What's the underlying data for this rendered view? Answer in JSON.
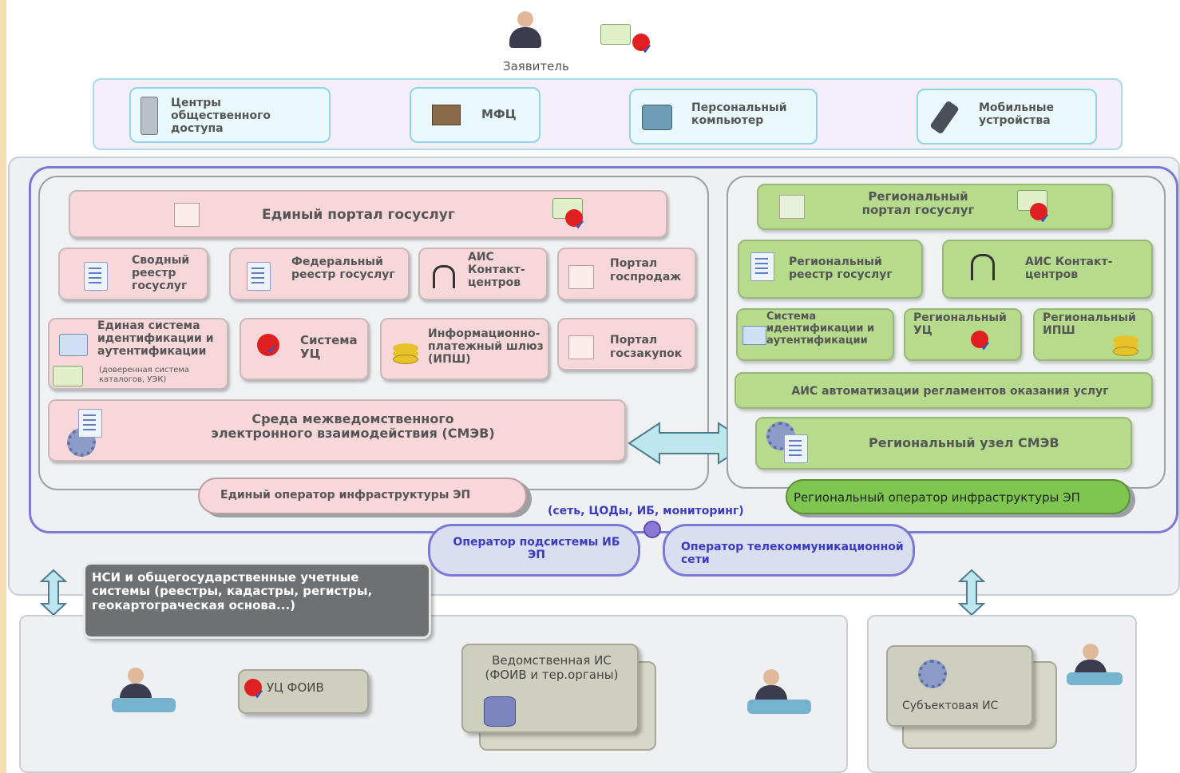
{
  "applicant": {
    "label": "Заявитель"
  },
  "access": {
    "items": [
      "Центры общественного доступа",
      "МФЦ",
      "Персональный компьютер",
      "Мобильные устройства"
    ]
  },
  "federal": {
    "portal": "Единый портал госуслуг",
    "svod": "Сводный реестр госуслуг",
    "fed_reestr": "Федеральный реестр госуслуг",
    "ais": "АИС Контакт-центров",
    "portal_prod": "Портал госпродаж",
    "esia": "Единая система идентификации и аутентификации",
    "esia_note": "(доверенная система каталогов, УЭК)",
    "uc": "Система УЦ",
    "ipsh": "Информационно-платежный шлюз (ИПШ)",
    "portal_zak": "Портал госзакупок",
    "smev": "Среда межведомственного электронного взаимодействия (СМЭВ)",
    "operator": "Единый оператор инфраструктуры ЭП"
  },
  "regional": {
    "portal": "Региональный портал госуслуг",
    "reestr": "Региональный реестр госуслуг",
    "ais": "АИС Контакт-центров",
    "ident": "Система идентификации и аутентификации",
    "uc": "Региональный УЦ",
    "ipsh": "Региональный ИПШ",
    "ais_regl": "АИС автоматизации регламентов оказания услуг",
    "smev_node": "Региональный узел СМЭВ",
    "operator": "Региональный оператор инфраструктуры ЭП"
  },
  "network": {
    "label": "(сеть, ЦОДы, ИБ, мониторинг)",
    "ib_operator": "Оператор подсистемы ИБ ЭП",
    "telecom_operator": "Оператор телекоммуникационной сети"
  },
  "bottom": {
    "nsi": "НСИ и общегосударственные учетные системы (реестры, кадастры, регистры, геокартограческая основа...)",
    "uc_foiv": "УЦ ФОИВ",
    "vedom_is": "Ведомственная ИС (ФОИВ и тер.органы)",
    "subject_is": "Субъектовая ИС"
  }
}
